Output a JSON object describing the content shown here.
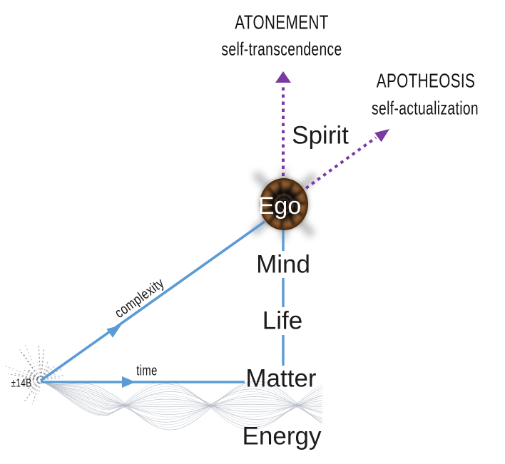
{
  "diagram": {
    "goals": {
      "atonement": {
        "title": "ATONEMENT",
        "subtitle": "self-transcendence"
      },
      "apotheosis": {
        "title": "APOTHEOSIS",
        "subtitle": "self-actualization"
      }
    },
    "stages": {
      "spirit": "Spirit",
      "ego": "Ego",
      "mind": "Mind",
      "life": "Life",
      "matter": "Matter",
      "energy": "Energy"
    },
    "axes": {
      "complexity_label": "complexity",
      "time_label": "time",
      "origin_label": "±14B"
    }
  },
  "colors": {
    "axis-blue": "#5B9BD5",
    "transcend-purple": "#7A3AA2",
    "label-text": "#1C1C1C",
    "heading-text": "#121212",
    "ego-text": "#FFFFFF",
    "burst-gray": "#646B76",
    "wave-gray-light": "#C3C8D2",
    "wave-gray-dark": "#939CA9"
  }
}
